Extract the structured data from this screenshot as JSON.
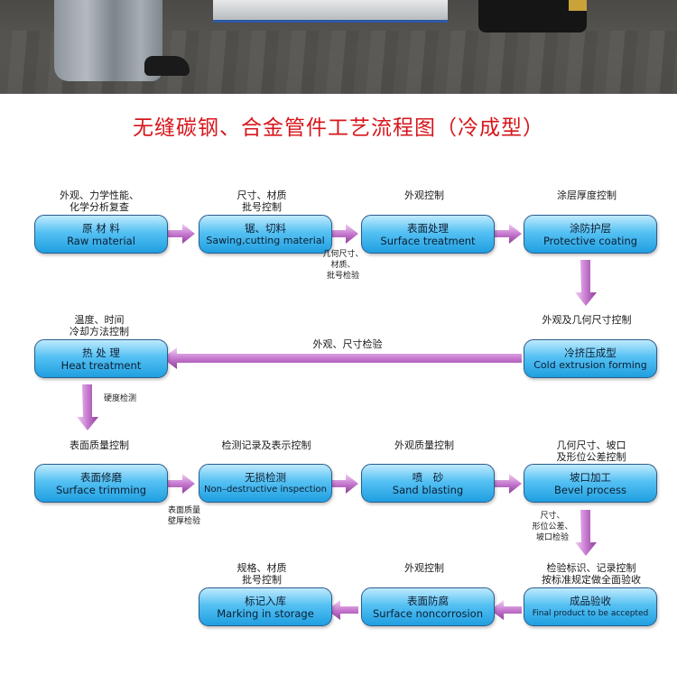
{
  "title": "无缝碳钢、合金管件工艺流程图（冷成型）",
  "steps": [
    {
      "zh": "原 材 料",
      "en": "Raw material"
    },
    {
      "zh": "锯、切料",
      "en": "Sawing,cutting material"
    },
    {
      "zh": "表面处理",
      "en": "Surface treatment"
    },
    {
      "zh": "涂防护层",
      "en": "Protective coating"
    },
    {
      "zh": "冷挤压成型",
      "en": "Cold extrusion forming"
    },
    {
      "zh": "热 处 理",
      "en": "Heat treatment"
    },
    {
      "zh": "表面修磨",
      "en": "Surface trimming"
    },
    {
      "zh": "无损检测",
      "en": "Non–destructive inspection"
    },
    {
      "zh": "喷　砂",
      "en": "Sand blasting"
    },
    {
      "zh": "坡口加工",
      "en": "Bevel process"
    },
    {
      "zh": "成品验收",
      "en": "Final product to be accepted"
    },
    {
      "zh": "表面防腐",
      "en": "Surface noncorrosion"
    },
    {
      "zh": "标记入库",
      "en": "Marking in storage"
    }
  ],
  "labels": {
    "raw": [
      "外观、力学性能、",
      "化学分析复查"
    ],
    "saw": [
      "尺寸、材质",
      "批号控制"
    ],
    "surface": [
      "外观控制"
    ],
    "coating": [
      "涂层厚度控制"
    ],
    "cold": [
      "外观及几何尺寸控制"
    ],
    "heat": [
      "温度、时间",
      "冷却方法控制"
    ],
    "trim": [
      "表面质量控制"
    ],
    "ndt": [
      "检测记录及表示控制"
    ],
    "sand": [
      "外观质量控制"
    ],
    "bevel": [
      "几何尺寸、坡口",
      "及形位公差控制"
    ],
    "final": [
      "检验标识、记录控制",
      "按标准规定做全面验收"
    ],
    "noncorr": [
      "外观控制"
    ],
    "marking": [
      "规格、材质",
      "批号控制"
    ]
  },
  "arrow_notes": {
    "saw_to_surface": [
      "几何尺寸、",
      "材质、",
      "批号检验"
    ],
    "cold_to_heat": [
      "外观、尺寸检验"
    ],
    "heat_to_trim": [
      "硬度检测"
    ],
    "trim_to_ndt": [
      "表面质量",
      "壁厚检验"
    ],
    "bevel_to_final": [
      "尺寸、",
      "形位公差、",
      "坡口检验"
    ]
  },
  "colors": {
    "title": "#d6161b",
    "box_top": "#bfeafd",
    "box_bottom": "#1f9fe0",
    "arrow_light": "#e7b6ea",
    "arrow_dark": "#8f3e9a"
  }
}
